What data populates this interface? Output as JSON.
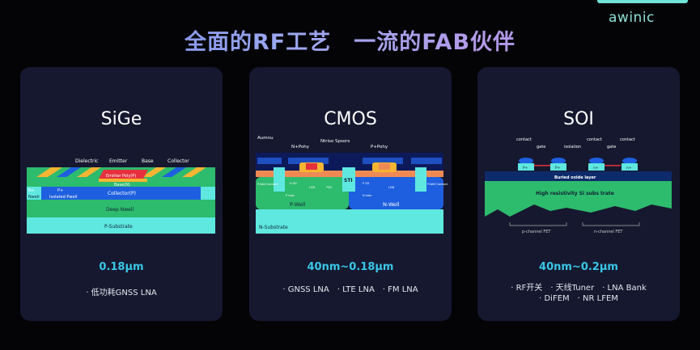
{
  "brand": {
    "logo": "awinic"
  },
  "title": "全面的RF工艺　一流的FAB伙伴",
  "cards": [
    {
      "name": "SiGe",
      "spec": "0.18μm",
      "apps": [
        "· 低功耗GNSS LNA"
      ],
      "diagram": {
        "dielectric": "Dielectric",
        "emitter": "Emitter",
        "base": "Base",
        "collector": "Collector",
        "emitter_poly": "Emitter Poly(P)",
        "base_n": "Base(N)",
        "nplus": "N+",
        "pplus": "P+",
        "nwell": "Nwell",
        "isolated_pwell": "Isolated Pwell",
        "collector_p": "Collector(P)",
        "deep_nwell": "Deep Nwell",
        "p_substrate": "P-Substrate"
      }
    },
    {
      "name": "CMOS",
      "spec": "40nm~0.18μm",
      "apps": [
        "· GNSS LNA",
        "· LTE LNA",
        "· FM LNA"
      ],
      "diagram": {
        "aumnu": "Aumnu",
        "nplus_poly": "N+Pohy",
        "ntriso": "Ntriso Spsors",
        "pplus_poly": "P+Pohy",
        "sti": "STI",
        "p_well": "P-Well",
        "n_well": "N-Well",
        "n_substrate": "N-Substrate",
        "pwell_contact": "P-Well Contact",
        "n_sd": "N SD",
        "p_sd": "P SD",
        "ldd": "LDD",
        "tsd": "TSD",
        "p_halo": "P halo",
        "n_halo": "N halo"
      }
    },
    {
      "name": "SOI",
      "spec": "40nm~0.2μm",
      "apps": [
        "· RF开关",
        "· 天线Tuner",
        "· LNA Bank"
      ],
      "apps2": [
        "· DiFEM",
        "· NR LFEM"
      ],
      "diagram": {
        "contact": "contact",
        "gate": "gate",
        "isolation": "isolation",
        "pplus": "P+",
        "nplus": "n+",
        "buried": "Buried oxide layer",
        "substrate": "High resistivity Si subs trate",
        "pfet": "p-channel FET",
        "nfet": "n-channel FET"
      }
    }
  ]
}
